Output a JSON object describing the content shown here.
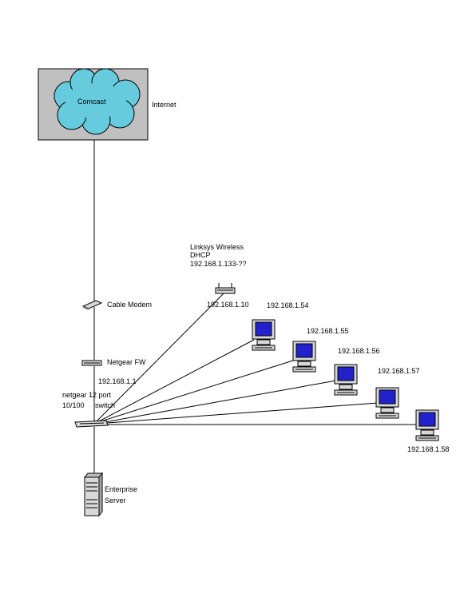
{
  "internet": {
    "provider_label": "Comcast",
    "cloud_label": "Internet"
  },
  "devices": {
    "cable_modem": "Cable Modem",
    "firewall": "Netgear FW",
    "wireless": {
      "line1": "Linksys Wireless",
      "line2": "DHCP",
      "line3": "192.168.1.133-??",
      "ip": "192.168.1.10"
    },
    "switch": {
      "ip": "192.168.1.1",
      "line1": "netgear 12 port",
      "line2": "10/100",
      "line3": "switch"
    },
    "server": {
      "line1": "Enterprise",
      "line2": "Server"
    }
  },
  "workstations": [
    {
      "ip": "192.168.1.54"
    },
    {
      "ip": "192.168.1.55"
    },
    {
      "ip": "192.168.1.56"
    },
    {
      "ip": "192.168.1.57"
    },
    {
      "ip": "192.168.1.58"
    }
  ],
  "colors": {
    "cloud_fill": "#66ccdd",
    "internet_box": "#c0c0c0",
    "screen": "#2222cc",
    "device": "#d8d8d8"
  }
}
